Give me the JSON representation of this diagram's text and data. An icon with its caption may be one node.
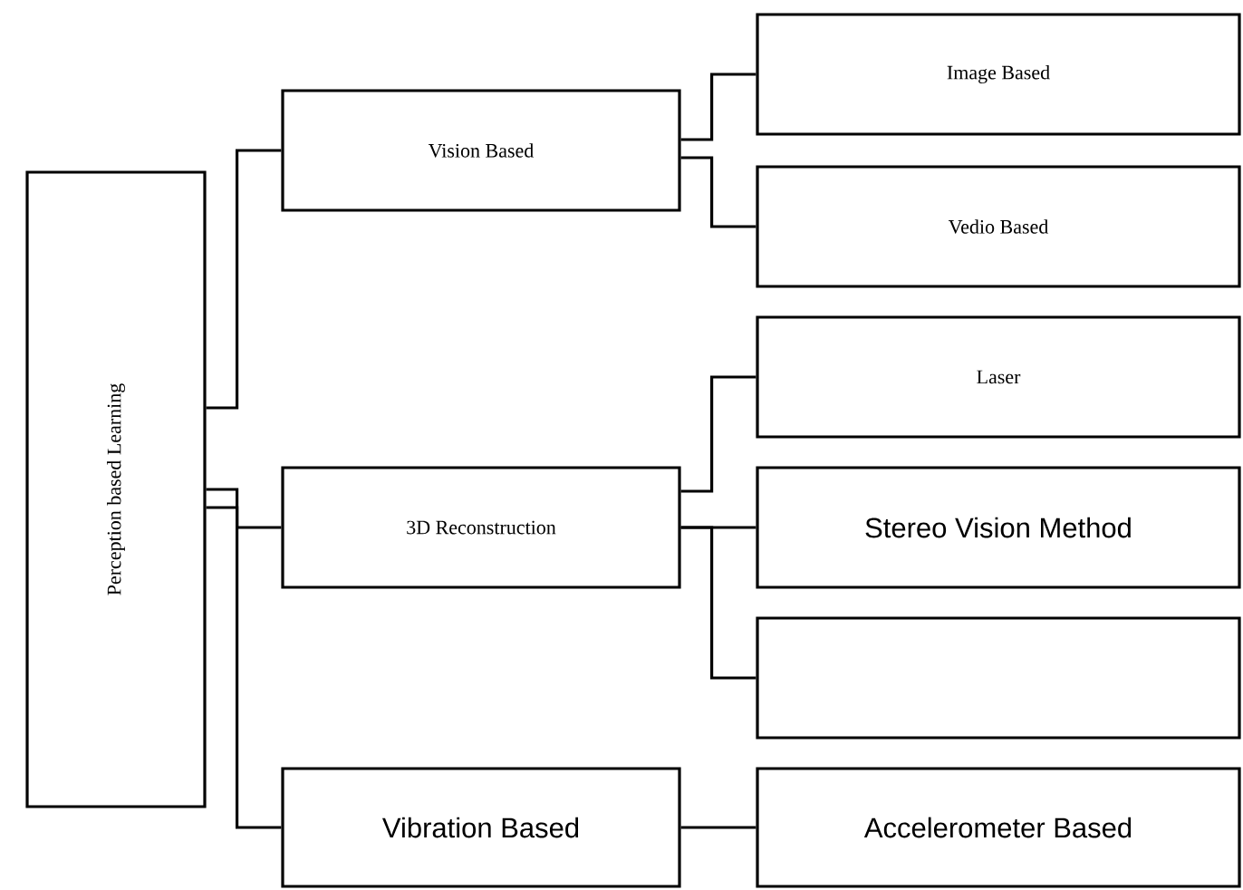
{
  "diagram": {
    "nodes": [
      {
        "text": [
          "Perception based Learning"
        ]
      },
      {
        "text": [
          "Vision Based"
        ]
      },
      {
        "text": [
          "3D Reconstruction"
        ]
      },
      {
        "text": [
          "Vibration Based"
        ]
      },
      {
        "text": [
          "Image  Based"
        ]
      },
      {
        "text": [
          "Vedio Based"
        ]
      },
      {
        "text": [
          "Laser"
        ]
      },
      {
        "text": [
          "Stereo Vision Method"
        ]
      },
      {
        "text": [],
        "shape": "box"
      },
      {
        "text": [
          "Accelerometer Based"
        ]
      }
    ],
    "edges": [
      {
        "from": 0,
        "to": 1,
        "arrow": "none"
      },
      {
        "from": 0,
        "to": 2,
        "arrow": "none"
      },
      {
        "from": 0,
        "to": 3,
        "arrow": "none"
      },
      {
        "from": 1,
        "to": 4,
        "arrow": "none"
      },
      {
        "from": 1,
        "to": 5,
        "arrow": "none"
      },
      {
        "from": 2,
        "to": 6,
        "arrow": "none"
      },
      {
        "from": 2,
        "to": 7,
        "arrow": "none"
      },
      {
        "from": 2,
        "to": 8,
        "arrow": "none"
      },
      {
        "from": 3,
        "to": 9,
        "arrow": "none"
      }
    ]
  }
}
